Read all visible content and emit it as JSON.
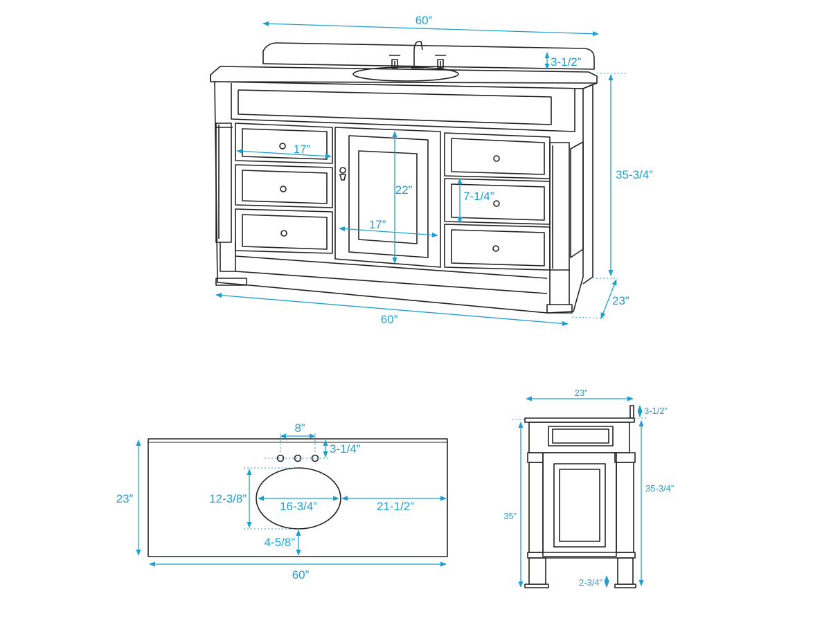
{
  "colors": {
    "dimension": "#1f9fd0",
    "outline": "#222222",
    "background": "#ffffff"
  },
  "front_view": {
    "overall_width_top": "60”",
    "backsplash_height": "3-1/2”",
    "total_height": "35-3/4”",
    "depth": "23”",
    "overall_width_bottom": "60”",
    "drawer_width": "17”",
    "door_height": "22”",
    "door_width": "17”",
    "drawer_height": "7-1/4”"
  },
  "top_view": {
    "faucet_spread": "8”",
    "faucet_setback": "3-1/4”",
    "sink_depth": "12-3/8”",
    "sink_width": "16-3/4”",
    "sink_to_edge": "21-1/2”",
    "sink_front_offset": "4-5/8”",
    "top_depth": "23”",
    "top_width": "60”"
  },
  "side_view": {
    "depth": "23”",
    "backsplash_height": "3-1/2”",
    "total_height": "35-3/4”",
    "counter_height": "35”",
    "toe_kick": "2-3/4”"
  }
}
